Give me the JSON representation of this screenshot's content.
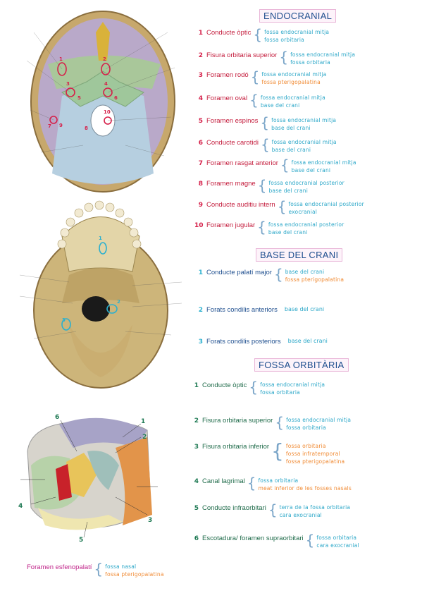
{
  "sections": {
    "endocranial": {
      "title": "ENDOCRANIAL",
      "items": [
        {
          "num": "1",
          "name": "Conducte òptic",
          "subs": [
            {
              "t": "fossa endocranial mitja",
              "c": "blue"
            },
            {
              "t": "fossa orbitaria",
              "c": "blue"
            }
          ]
        },
        {
          "num": "2",
          "name": "Fisura orbitaria superior",
          "subs": [
            {
              "t": "fossa endocranial mitja",
              "c": "blue"
            },
            {
              "t": "fossa orbitaria",
              "c": "blue"
            }
          ]
        },
        {
          "num": "3",
          "name": "Foramen rodó",
          "subs": [
            {
              "t": "fossa endocranial mitja",
              "c": "blue"
            },
            {
              "t": "fossa pterigopalatina",
              "c": "orange"
            }
          ]
        },
        {
          "num": "4",
          "name": "Foramen oval",
          "subs": [
            {
              "t": "fossa endocranial mitja",
              "c": "blue"
            },
            {
              "t": "base del crani",
              "c": "blue"
            }
          ]
        },
        {
          "num": "5",
          "name": "Foramen espinos",
          "subs": [
            {
              "t": "fossa endocranial mitja",
              "c": "blue"
            },
            {
              "t": "base del crani",
              "c": "blue"
            }
          ]
        },
        {
          "num": "6",
          "name": "Conducte carotidi",
          "subs": [
            {
              "t": "fossa endocranial mitja",
              "c": "blue"
            },
            {
              "t": "base del crani",
              "c": "blue"
            }
          ]
        },
        {
          "num": "7",
          "name": "Foramen rasgat anterior",
          "subs": [
            {
              "t": "fossa endocranial mitja",
              "c": "blue"
            },
            {
              "t": "base del crani",
              "c": "blue"
            }
          ]
        },
        {
          "num": "8",
          "name": "Foramen magne",
          "subs": [
            {
              "t": "fossa endocranial posterior",
              "c": "blue"
            },
            {
              "t": "base del crani",
              "c": "blue"
            }
          ]
        },
        {
          "num": "9",
          "name": "Conducte auditiu intern",
          "subs": [
            {
              "t": "fossa endocranial posterior",
              "c": "blue"
            },
            {
              "t": "exocranial",
              "c": "blue"
            }
          ]
        },
        {
          "num": "10",
          "name": "Foramen jugular",
          "subs": [
            {
              "t": "fossa endocranial posterior",
              "c": "blue"
            },
            {
              "t": "base del crani",
              "c": "blue"
            }
          ]
        }
      ]
    },
    "base": {
      "title": "BASE DEL CRANI",
      "items": [
        {
          "num": "1",
          "name": "Conducte palatí major",
          "subs": [
            {
              "t": "base del crani",
              "c": "blue"
            },
            {
              "t": "fossa pterigopalatina",
              "c": "orange"
            }
          ]
        },
        {
          "num": "2",
          "name": "Forats condilis anteriors",
          "single": "base del crani"
        },
        {
          "num": "3",
          "name": "Forats condilis posteriors",
          "single": "base del crani"
        }
      ]
    },
    "orbit": {
      "title": "FOSSA ORBITÀRIA",
      "items": [
        {
          "num": "1",
          "name": "Conducte òptic",
          "subs": [
            {
              "t": "fossa endocranial mitja",
              "c": "blue"
            },
            {
              "t": "fossa orbitaria",
              "c": "blue"
            }
          ]
        },
        {
          "num": "2",
          "name": "Fisura orbitaria superior",
          "subs": [
            {
              "t": "fossa endocranial mitja",
              "c": "blue"
            },
            {
              "t": "fossa orbitaria",
              "c": "blue"
            }
          ]
        },
        {
          "num": "3",
          "name": "Fisura orbitaria inferior",
          "subs": [
            {
              "t": "fossa orbitaria",
              "c": "orange"
            },
            {
              "t": "fossa infratemporal",
              "c": "orange"
            },
            {
              "t": "fossa pterigopalatina",
              "c": "orange"
            }
          ]
        },
        {
          "num": "4",
          "name": "Canal lagrimal",
          "subs": [
            {
              "t": "fossa orbitaria",
              "c": "blue"
            },
            {
              "t": "meat inferior de les fosses nasals",
              "c": "orange"
            }
          ]
        },
        {
          "num": "5",
          "name": "Conducte infraorbitari",
          "subs": [
            {
              "t": "terra de la fossa orbitaria",
              "c": "blue"
            },
            {
              "t": "cara exocranial",
              "c": "blue"
            }
          ]
        },
        {
          "num": "6",
          "name": "Escotadura/ foramen supraorbitari",
          "subs": [
            {
              "t": "fossa orbitaria",
              "c": "blue"
            },
            {
              "t": "cara exocranial",
              "c": "blue"
            }
          ]
        }
      ]
    }
  },
  "sphenopalatine": {
    "name": "Foramen esfenopalatí",
    "subs": [
      {
        "t": "fossa nasal",
        "c": "blue"
      },
      {
        "t": "fossa pterigopalatina",
        "c": "orange"
      }
    ]
  },
  "figure_labels": {
    "endo": [
      "1",
      "2",
      "3",
      "4",
      "5",
      "6",
      "7",
      "8",
      "9",
      "10"
    ],
    "base": [
      "1",
      "2",
      "3"
    ],
    "orbit": [
      "1",
      "2",
      "3",
      "4",
      "5",
      "6"
    ]
  },
  "colors": {
    "blue": "#2ba7c8",
    "orange": "#f08a33",
    "red": "#d6204a",
    "green": "#1f7a54",
    "title": "#1f4f8f"
  }
}
